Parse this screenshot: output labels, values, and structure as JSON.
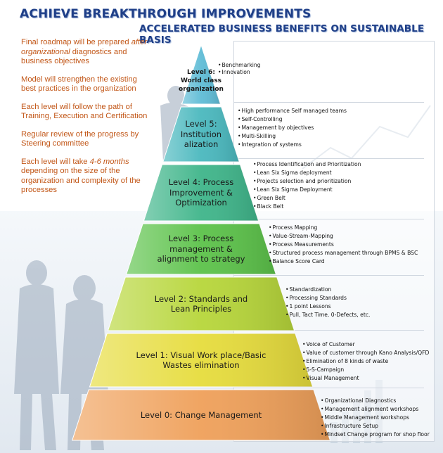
{
  "header": {
    "title": "ACHIEVE BREAKTHROUGH IMPROVEMENTS",
    "subtitle": "ACCELERATED BUSINESS BENEFITS ON SUSTAINABLE BASIS"
  },
  "notes": [
    {
      "pre": "Final roadmap will be prepared ",
      "em": "after organizational",
      "post": " diagnostics and business  objectives"
    },
    {
      "pre": "Model will strengthen the existing best practices in the organization",
      "em": "",
      "post": ""
    },
    {
      "pre": "Each level will follow the path of Training, Execution and Certification",
      "em": "",
      "post": ""
    },
    {
      "pre": "Regular review of the progress by Steering committee",
      "em": "",
      "post": ""
    },
    {
      "pre": "Each level will take ",
      "em": "4-6 months",
      "post": " depending on the size of the organization and complexity of the processes"
    }
  ],
  "levels": [
    {
      "id": "6",
      "label_lines": [
        "Level 6:",
        "World class",
        "organization"
      ],
      "color": "#5fbcd6",
      "items": [
        "Benchmarking",
        "Innovation"
      ]
    },
    {
      "id": "5",
      "label_lines": [
        "Level 5:",
        "Institution",
        "alization"
      ],
      "color": "#4ab8be",
      "items": [
        "High performance Self managed teams",
        "Self-Controlling",
        "Management by objectives",
        "Multi-Skilling",
        "Integration of systems"
      ]
    },
    {
      "id": "4",
      "label_lines": [
        "Level 4: Process",
        "Improvement &",
        "Optimization"
      ],
      "color": "#3fb58a",
      "items": [
        "Process Identification and Prioritization",
        "Lean Six Sigma deployment",
        "Projects selection and prioritization",
        "Lean Six Sigma Deployment",
        "Green Belt",
        "Black Belt"
      ]
    },
    {
      "id": "3",
      "label_lines": [
        "Level 3: Process",
        "management &",
        "alignment to strategy"
      ],
      "color": "#5cc24a",
      "items": [
        "Process Mapping",
        "Value-Stream-Mapping",
        "Process Measurements",
        "Structured process management through BPMS & BSC",
        "Balance Score Card"
      ]
    },
    {
      "id": "2",
      "label_lines": [
        "Level 2: Standards and",
        "Lean Principles"
      ],
      "color": "#b7d63a",
      "items": [
        "Standardization",
        "Processing Standards",
        "1 point Lessons",
        "Pull, Tact Time. 0-Defects, etc."
      ]
    },
    {
      "id": "1",
      "label_lines": [
        "Level 1: Visual Work place/Basic",
        "Wastes elimination"
      ],
      "color": "#e6dc3c",
      "items": [
        "Voice of Customer",
        "Value of customer through Kano Analysis/QFD",
        "Elimination of 8 kinds of waste",
        "5-S-Campaign",
        "Visual Management"
      ]
    },
    {
      "id": "0",
      "label_lines": [
        "Level 0: Change Management"
      ],
      "color": "#efa05a",
      "items": [
        "Organizational Diagnostics",
        "Management alignment workshops",
        "Middle Management workshops",
        "Infrastructure Setup",
        "Mindset Change program for shop floor"
      ]
    }
  ]
}
